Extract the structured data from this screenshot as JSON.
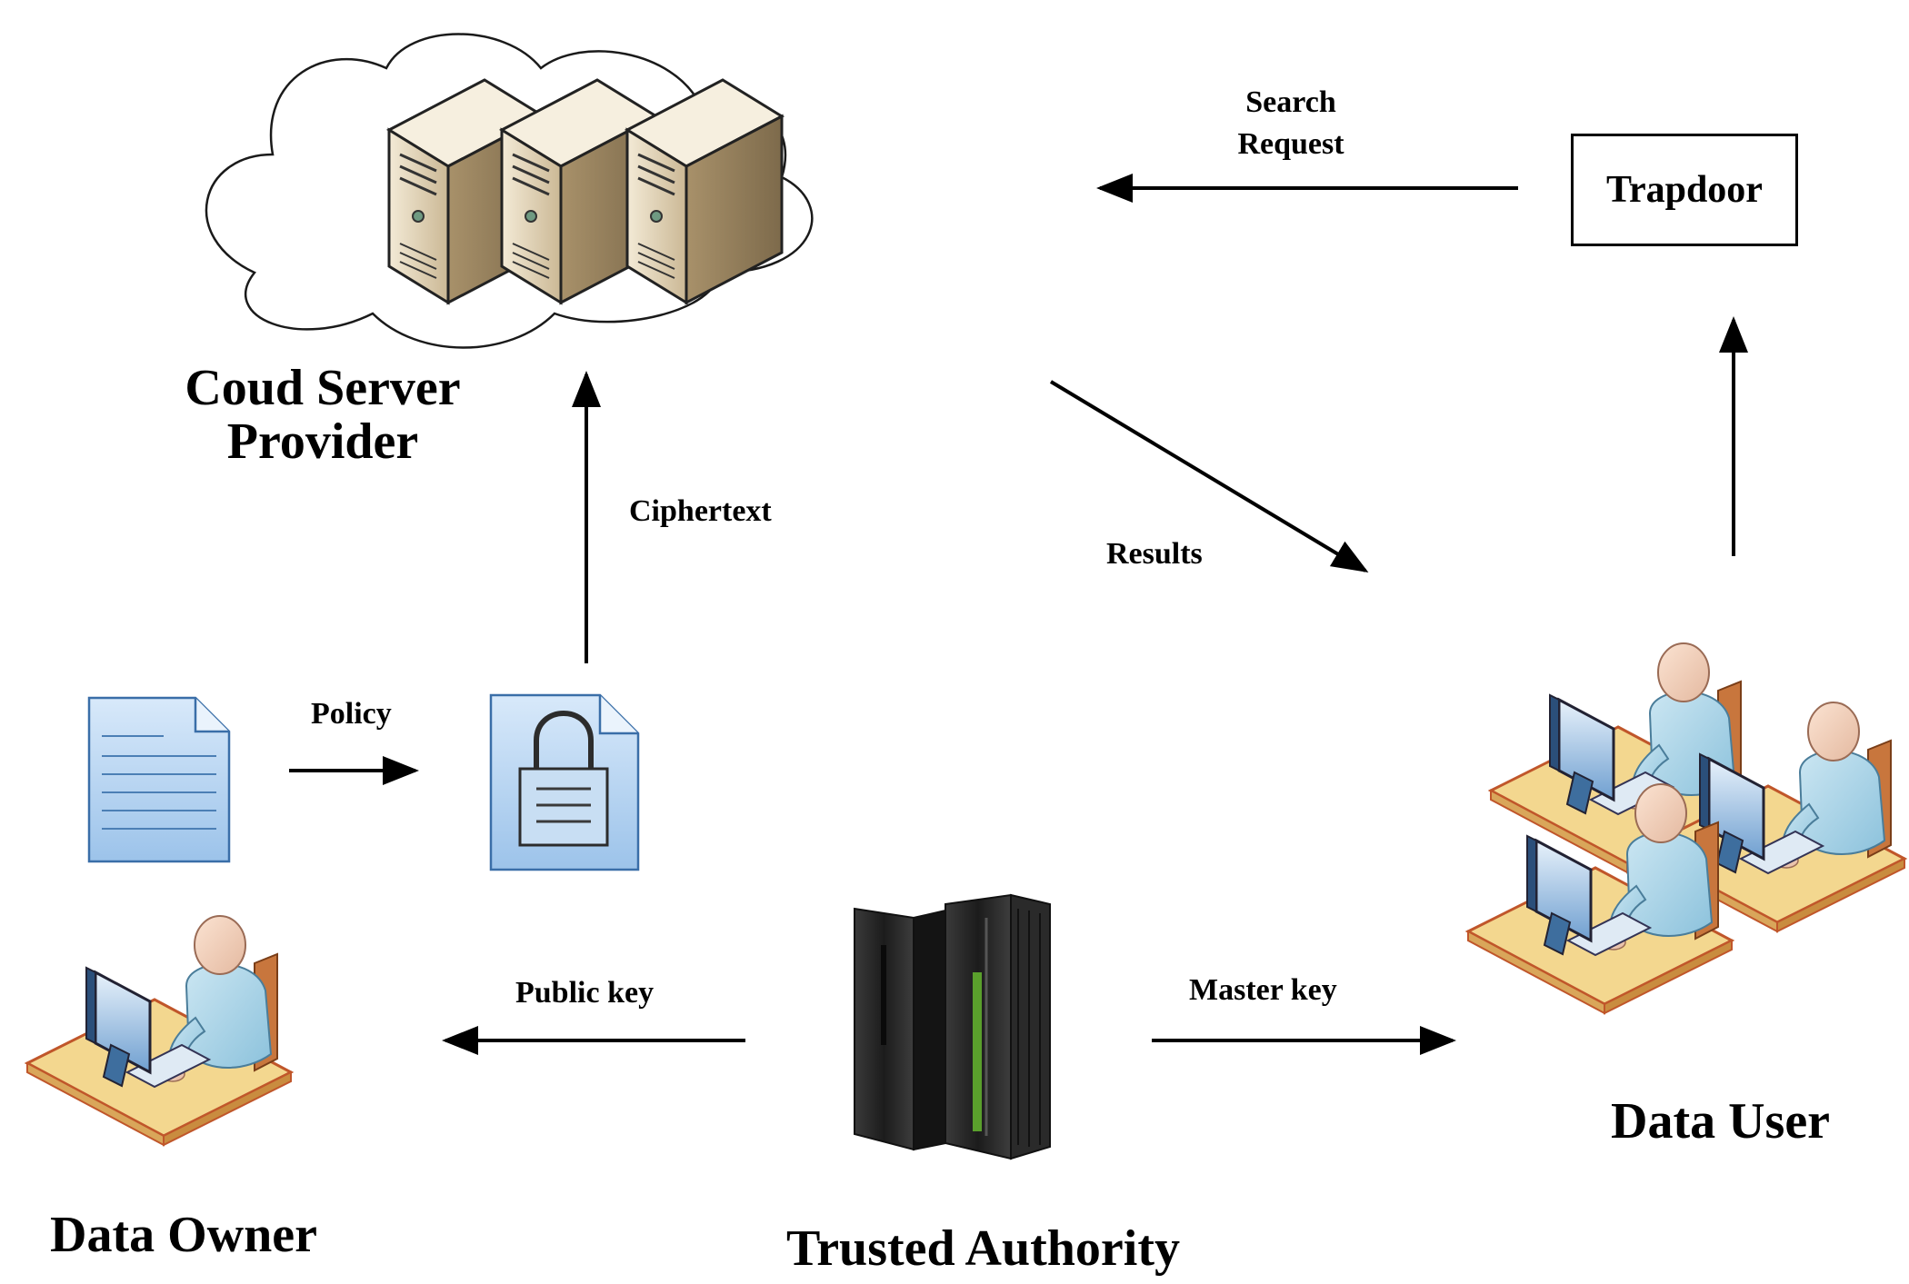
{
  "nodes": {
    "cloud_server_provider": "Coud Server\nProvider",
    "trapdoor": "Trapdoor",
    "data_owner": "Data Owner",
    "trusted_authority": "Trusted Authority",
    "data_user": "Data User"
  },
  "edges": {
    "search_request": "Search\nRequest",
    "results": "Results",
    "ciphertext": "Ciphertext",
    "policy": "Policy",
    "public_key": "Public key",
    "master_key": "Master key"
  },
  "colors": {
    "server_beige": "#c9b48f",
    "document_blue": "#b9d6f2",
    "person_blue": "#a9d3e6",
    "desk_yellow": "#f1d58e",
    "desk_edge": "#d2691e",
    "tower_black": "#262626",
    "tower_green": "#5aa02c"
  }
}
